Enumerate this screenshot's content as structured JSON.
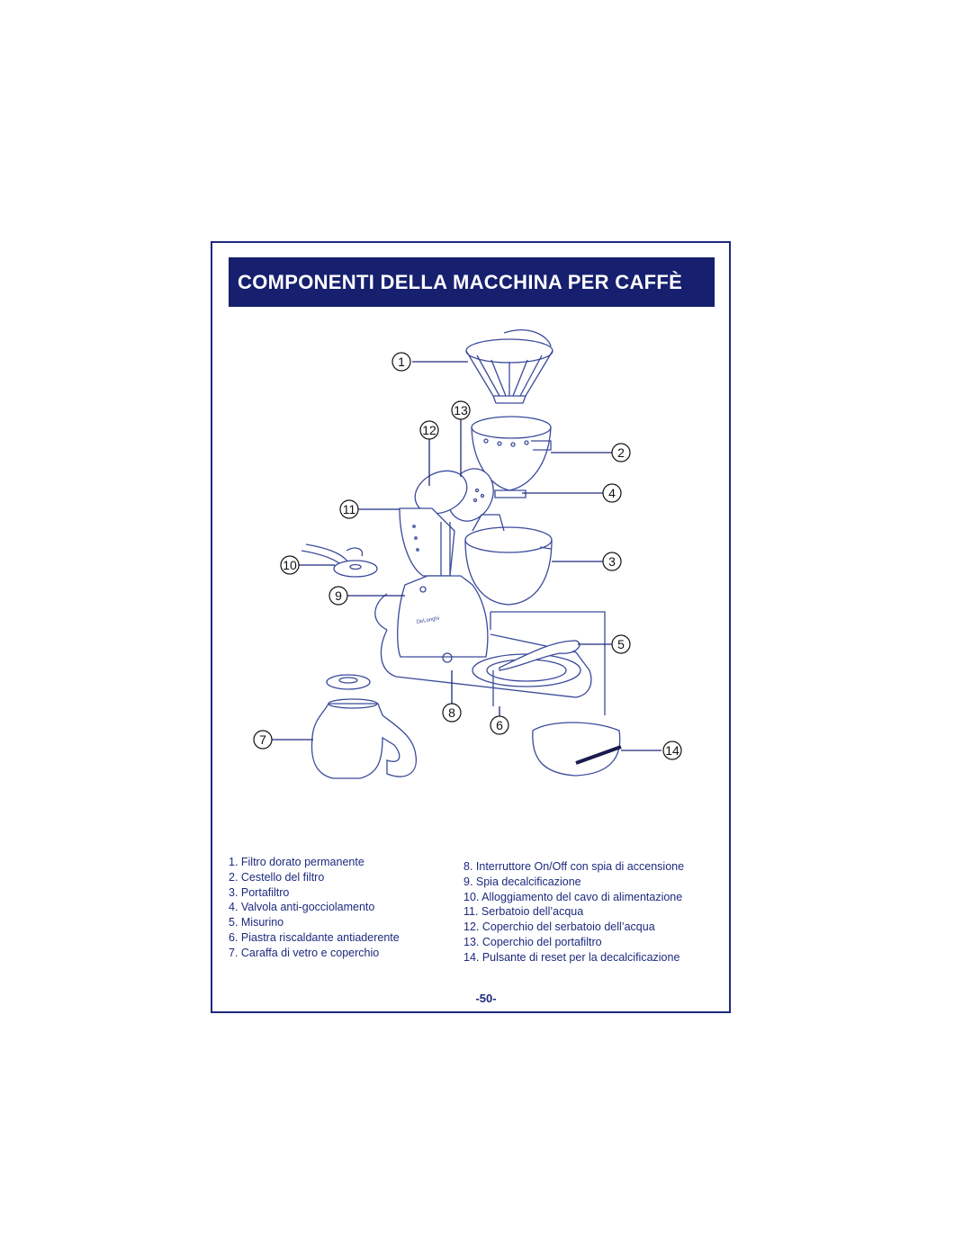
{
  "title": "COMPONENTI DELLA MACCHINA PER CAFFÈ",
  "callouts": [
    "1",
    "13",
    "12",
    "2",
    "4",
    "11",
    "10",
    "3",
    "9",
    "5",
    "8",
    "6",
    "7",
    "14"
  ],
  "brand_on_machine": "DeLonghi",
  "legend_left": [
    "1. Filtro dorato permanente",
    "2. Cestello del filtro",
    "3. Portafiltro",
    "4. Valvola anti-gocciolamento",
    "5. Misurino",
    "6. Piastra riscaldante antiaderente",
    "7. Caraffa di vetro e coperchio"
  ],
  "legend_right": [
    "8. Interruttore On/Off con spia di accensione",
    "9. Spia decalcificazione",
    "10. Alloggiamento del cavo di alimentazione",
    "11. Serbatoio dell’acqua",
    "12. Coperchio del serbatoio dell’acqua",
    "13. Coperchio del portafiltro",
    "14. Pulsante di reset per la decalcificazione"
  ],
  "page_number": "-50-",
  "colors": {
    "frame": "#1d2a7e",
    "title_bg": "#16206e",
    "title_text": "#ffffff",
    "line_art": "#3a4a9a"
  }
}
